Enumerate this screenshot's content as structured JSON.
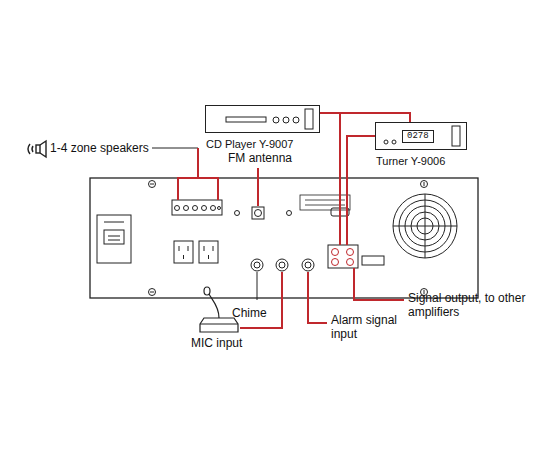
{
  "diagram": {
    "nodes": [
      {
        "text": [
          "CD Player Y-9007"
        ]
      },
      {
        "text": [
          "0278",
          "Turner Y-9006"
        ]
      }
    ],
    "edges": [
      {
        "from": 0,
        "to": 1,
        "arrow": "none"
      }
    ],
    "labels": [
      "1-4 zone speakers",
      "FM antenna",
      "Chime",
      "MIC input",
      "Alarm signal input",
      "Signal output, to other amplifiers"
    ]
  }
}
